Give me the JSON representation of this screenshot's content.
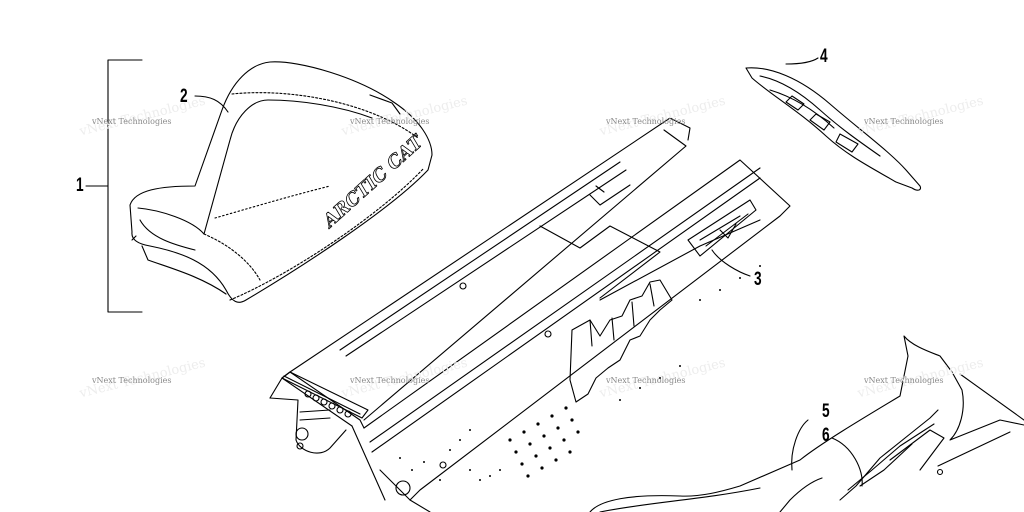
{
  "diagram": {
    "callouts": [
      "1",
      "2",
      "3",
      "4",
      "5",
      "6"
    ],
    "watermark": "vNext Technologies",
    "seat_logo": "ARCTIC CAT"
  },
  "colors": {
    "line": "#000000",
    "watermark": "#8a8a8a",
    "background": "#ffffff"
  }
}
